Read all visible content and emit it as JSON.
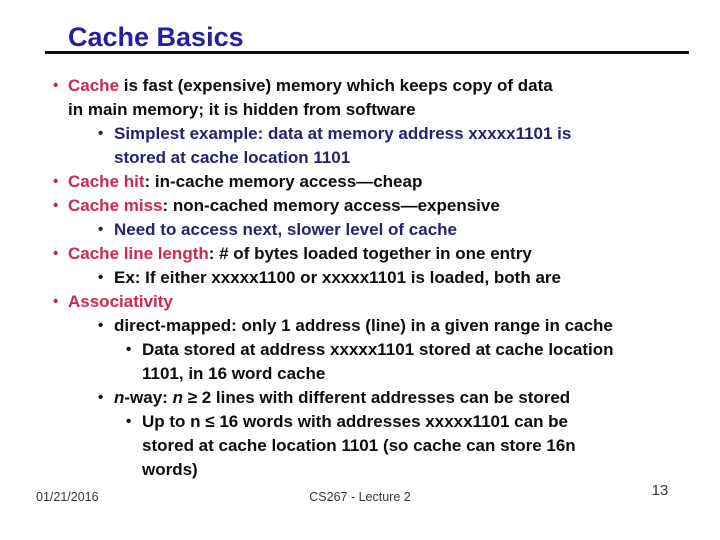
{
  "slide": {
    "title": "Cache Basics",
    "colors": {
      "title": "#22229E",
      "accent_red": "#C92A52",
      "accent_navy": "#232370",
      "text": "#0D0D0D",
      "footer": "#383838"
    },
    "bullets": [
      {
        "level": 1,
        "marker": "red",
        "segments": [
          {
            "t": "Cache",
            "c": "red"
          },
          {
            "t": " is fast (expensive) memory which keeps copy of data",
            "c": "black"
          },
          {
            "br": true
          },
          {
            "t": "in main memory; it is hidden from software",
            "c": "black"
          }
        ]
      },
      {
        "level": 2,
        "marker": "navy",
        "segments": [
          {
            "t": "Simplest example: data at memory address xxxxx1101 is",
            "c": "navy"
          },
          {
            "br": true
          },
          {
            "t": "stored at cache location 1101",
            "c": "navy"
          }
        ]
      },
      {
        "level": 1,
        "marker": "red",
        "segments": [
          {
            "t": "Cache hit",
            "c": "red"
          },
          {
            "t": ": in-cache memory access—cheap",
            "c": "black"
          }
        ]
      },
      {
        "level": 1,
        "marker": "red",
        "segments": [
          {
            "t": "Cache miss",
            "c": "red"
          },
          {
            "t": ": non-cached memory access—expensive",
            "c": "black"
          }
        ]
      },
      {
        "level": 2,
        "marker": "navy",
        "segments": [
          {
            "t": "Need to access next, slower level of cache",
            "c": "navy"
          }
        ]
      },
      {
        "level": 1,
        "marker": "red",
        "segments": [
          {
            "t": "Cache line length",
            "c": "red"
          },
          {
            "t": ": # of bytes loaded together in one entry",
            "c": "black"
          }
        ]
      },
      {
        "level": 2,
        "marker": "black",
        "segments": [
          {
            "t": "Ex: If either xxxxx1100 or xxxxx1101 is loaded, both are",
            "c": "black"
          }
        ]
      },
      {
        "level": 1,
        "marker": "red",
        "segments": [
          {
            "t": "Associativity",
            "c": "red"
          }
        ]
      },
      {
        "level": 2,
        "marker": "black",
        "segments": [
          {
            "t": "direct-mapped: only 1 address (line) in a given range in cache",
            "c": "black"
          }
        ]
      },
      {
        "level": 3,
        "marker": "black",
        "segments": [
          {
            "t": "Data stored at address xxxxx1101 stored at cache location",
            "c": "black"
          },
          {
            "br": true
          },
          {
            "t": "1101, in 16 word cache",
            "c": "black"
          }
        ]
      },
      {
        "level": 2,
        "marker": "black",
        "segments": [
          {
            "t": "n",
            "c": "black",
            "i": true
          },
          {
            "t": "-way: ",
            "c": "black"
          },
          {
            "t": "n",
            "c": "black",
            "i": true
          },
          {
            "t": " ≥ 2 lines with different addresses can be stored",
            "c": "black"
          }
        ]
      },
      {
        "level": 3,
        "marker": "black",
        "segments": [
          {
            "t": "Up to n ≤ 16 words with addresses xxxxx1101 can be",
            "c": "black"
          },
          {
            "br": true
          },
          {
            "t": "stored at cache location 1101 (so cache can store 16n",
            "c": "black"
          },
          {
            "br": true
          },
          {
            "t": "words)",
            "c": "black"
          }
        ]
      }
    ],
    "footer": {
      "date": "01/21/2016",
      "course": "CS267 - Lecture 2",
      "page": "13"
    }
  }
}
